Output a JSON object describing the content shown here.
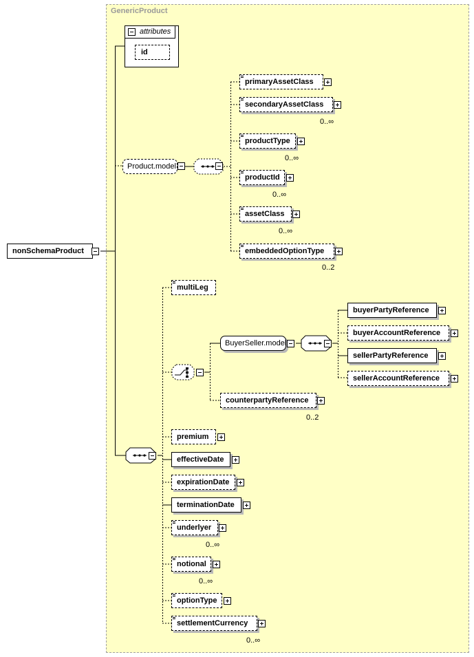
{
  "group_title": "GenericProduct",
  "root": "nonSchemaProduct",
  "attributes_label": "attributes",
  "attribute_id": "id",
  "product_model": "Product.model",
  "buyer_seller_model": "BuyerSeller.model",
  "elements": {
    "primaryAssetClass": "primaryAssetClass",
    "secondaryAssetClass": "secondaryAssetClass",
    "productType": "productType",
    "productId": "productId",
    "assetClass": "assetClass",
    "embeddedOptionType": "embeddedOptionType",
    "multiLeg": "multiLeg",
    "buyerPartyReference": "buyerPartyReference",
    "buyerAccountReference": "buyerAccountReference",
    "sellerPartyReference": "sellerPartyReference",
    "sellerAccountReference": "sellerAccountReference",
    "counterpartyReference": "counterpartyReference",
    "premium": "premium",
    "effectiveDate": "effectiveDate",
    "expirationDate": "expirationDate",
    "terminationDate": "terminationDate",
    "underlyer": "underlyer",
    "notional": "notional",
    "optionType": "optionType",
    "settlementCurrency": "settlementCurrency"
  },
  "cardinalities": {
    "secondaryAssetClass": "0..∞",
    "productType": "0..∞",
    "productId": "0..∞",
    "assetClass": "0..∞",
    "embeddedOptionType": "0..2",
    "counterpartyReference": "0..2",
    "underlyer": "0..∞",
    "notional": "0..∞",
    "settlementCurrency": "0..∞"
  }
}
